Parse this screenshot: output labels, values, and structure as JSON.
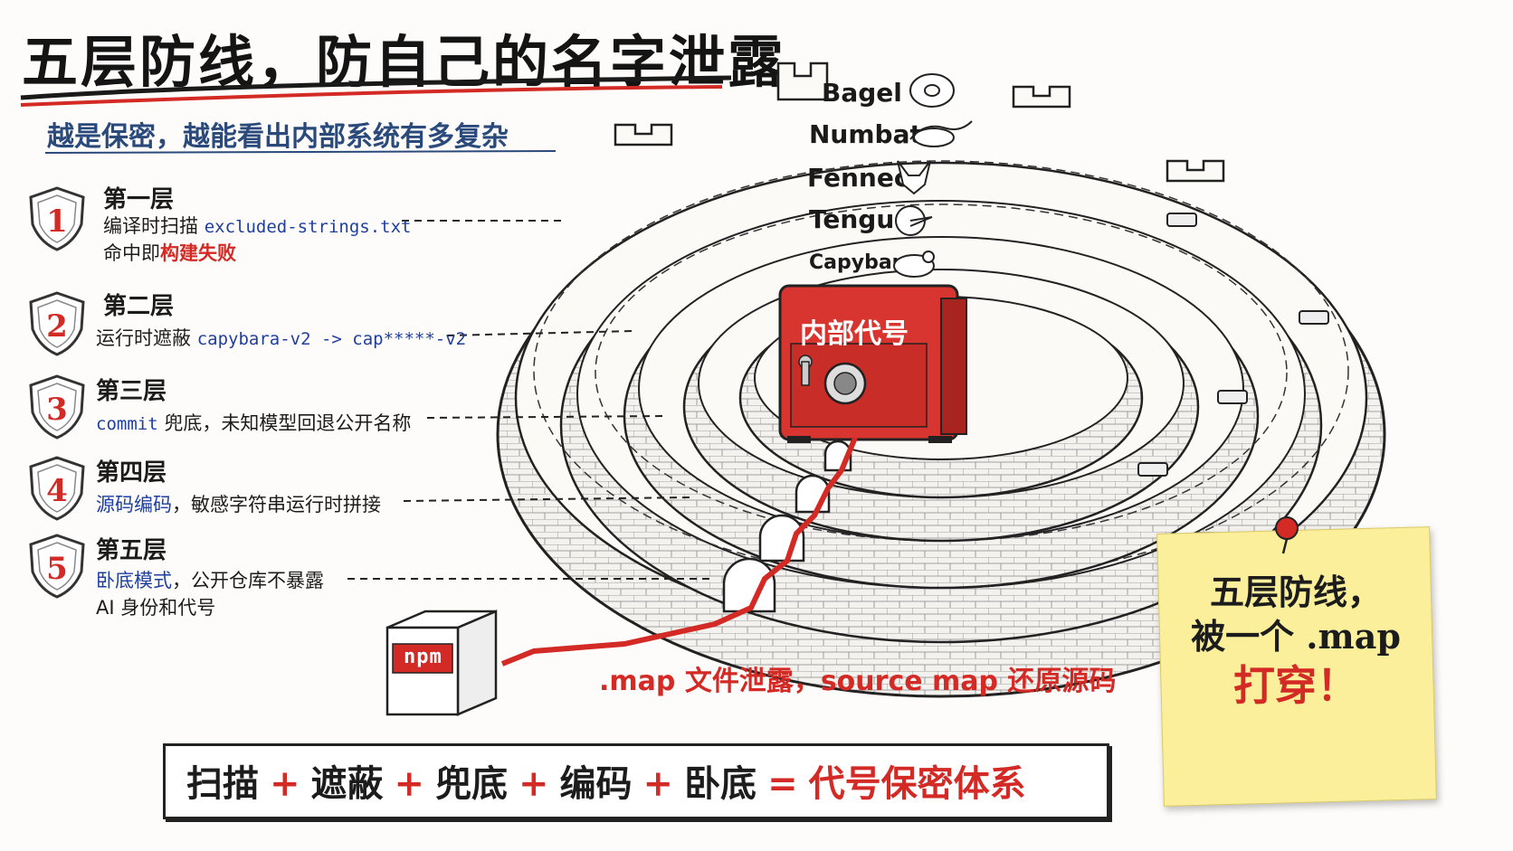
{
  "title": "五层防线，防自己的名字泄露",
  "subtitle": "越是保密，越能看出内部系统有多复杂",
  "layers": [
    {
      "num": "1",
      "head": "第一层",
      "line1_text": "编译时扫描 ",
      "line1_code": "excluded-strings.txt",
      "line2_text": "命中即",
      "line2_red": "构建失败"
    },
    {
      "num": "2",
      "head": "第二层",
      "line1_text": "运行时遮蔽 ",
      "line1_code": "capybara-v2 -> cap*****-v2"
    },
    {
      "num": "3",
      "head": "第三层",
      "line1_code": "commit",
      "line1_text": " 兜底，未知模型回退公开名称"
    },
    {
      "num": "4",
      "head": "第四层",
      "line1_blue": "源码编码",
      "line1_text": "，敏感字符串运行时拼接"
    },
    {
      "num": "5",
      "head": "第五层",
      "line1_blue": "卧底模式",
      "line1_text": "，公开仓库不暴露",
      "line2_text": "AI 身份和代号"
    }
  ],
  "rings": [
    "Bagel",
    "Numbat",
    "Fennec",
    "Tengu",
    "Capybara"
  ],
  "safe_label": "内部代号",
  "npm_label": "npm",
  "leak_caption": ".map 文件泄露，source map 还原源码",
  "formula": {
    "terms": [
      "扫描",
      "遮蔽",
      "兜底",
      "编码",
      "卧底"
    ],
    "plus": "+",
    "equals": "=",
    "result": "代号保密体系"
  },
  "note": {
    "line1": "五层防线，",
    "line2": "被一个 .map",
    "line3": "打穿！"
  },
  "colors": {
    "accent_red": "#d42a25",
    "code_blue": "#1f3fa0",
    "note_yellow": "#fbef9c"
  },
  "icons": [
    "shield-icon",
    "bagel-icon",
    "numbat-icon",
    "fennec-icon",
    "tengu-icon",
    "capybara-icon",
    "safe-icon",
    "camera-icon",
    "barbed-wire-icon",
    "gate-icon",
    "npm-box-icon",
    "pushpin-icon"
  ]
}
